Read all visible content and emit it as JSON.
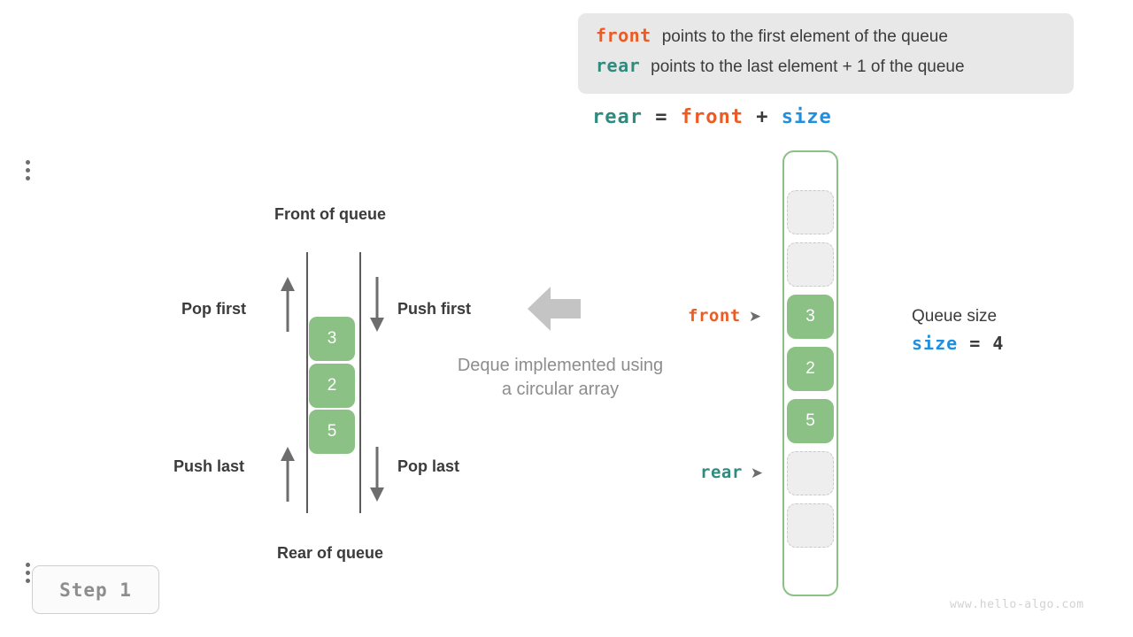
{
  "legend": {
    "rows": [
      {
        "keyword": "front",
        "color_key": "front",
        "text": "points to the first element of the queue"
      },
      {
        "keyword": "rear",
        "color_key": "rear",
        "text": "points to the last element + 1 of the queue"
      }
    ]
  },
  "formula": {
    "lhs": "rear",
    "eq": "=",
    "rhs1": "front",
    "plus": "+",
    "rhs2": "size",
    "full": "rear = front + size"
  },
  "deque_diagram": {
    "top_label": "Front of queue",
    "bottom_label": "Rear of queue",
    "operations": {
      "pop_first": "Pop first",
      "push_first": "Push first",
      "push_last": "Push last",
      "pop_last": "Pop last"
    },
    "stack_values": [
      "3",
      "2",
      "5"
    ],
    "arrow_icons": {
      "pop_first": "arrow-up-icon",
      "push_first": "arrow-down-icon",
      "push_last": "arrow-up-icon",
      "pop_last": "arrow-down-icon"
    }
  },
  "center": {
    "arrow_icon": "arrow-left-icon",
    "caption_line1": "Deque implemented using",
    "caption_line2": "a circular array"
  },
  "array": {
    "top_ellipsis": "⋮",
    "bottom_ellipsis": "⋮",
    "cells": [
      {
        "index": 0,
        "value": "",
        "state": "empty"
      },
      {
        "index": 1,
        "value": "",
        "state": "empty"
      },
      {
        "index": 2,
        "value": "3",
        "state": "filled"
      },
      {
        "index": 3,
        "value": "2",
        "state": "filled"
      },
      {
        "index": 4,
        "value": "5",
        "state": "filled"
      },
      {
        "index": 5,
        "value": "",
        "state": "empty"
      },
      {
        "index": 6,
        "value": "",
        "state": "empty"
      }
    ],
    "pointers": {
      "front": {
        "label": "front",
        "arrow": "➤",
        "target_index": 2
      },
      "rear": {
        "label": "rear",
        "arrow": "➤",
        "target_index": 5
      }
    }
  },
  "queue_size": {
    "title": "Queue size",
    "var": "size",
    "eq": "=",
    "value": "4"
  },
  "step": {
    "label": "Step 1"
  },
  "watermark": {
    "text": "www.hello-algo.com"
  },
  "colors": {
    "front": "#ec5b24",
    "rear": "#2e8b7e",
    "size": "#1f8fe0",
    "element_green": "#8cc185",
    "empty_cell": "#eeeeee",
    "banner_bg": "#e8e8e8",
    "text_dark": "#3b3b3b",
    "muted": "#8d8d8d",
    "watermark": "#d2d2d2"
  }
}
